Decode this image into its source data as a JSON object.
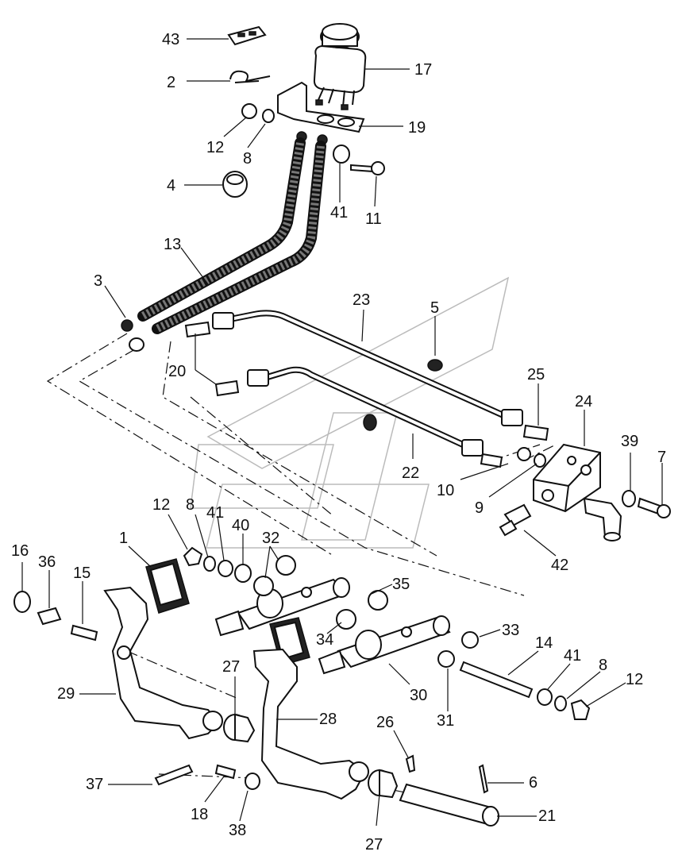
{
  "labels": {
    "l43": "43",
    "l2": "2",
    "l17": "17",
    "l19": "19",
    "l12a": "12",
    "l8a": "8",
    "l4": "4",
    "l41a": "41",
    "l11": "11",
    "l13": "13",
    "l3": "3",
    "l23": "23",
    "l5": "5",
    "l20": "20",
    "l25": "25",
    "l24": "24",
    "l22": "22",
    "l10": "10",
    "l9": "9",
    "l39": "39",
    "l7": "7",
    "l42": "42",
    "l12b": "12",
    "l8b": "8",
    "l41b": "41",
    "l40": "40",
    "l32": "32",
    "l1": "1",
    "l16": "16",
    "l36": "36",
    "l15": "15",
    "l35": "35",
    "l33": "33",
    "l34": "34",
    "l14": "14",
    "l41c": "41",
    "l8c": "8",
    "l12c": "12",
    "l29": "29",
    "l27a": "27",
    "l28": "28",
    "l30": "30",
    "l31": "31",
    "l26": "26",
    "l37": "37",
    "l6": "6",
    "l18": "18",
    "l38": "38",
    "l21": "21",
    "l27b": "27"
  }
}
